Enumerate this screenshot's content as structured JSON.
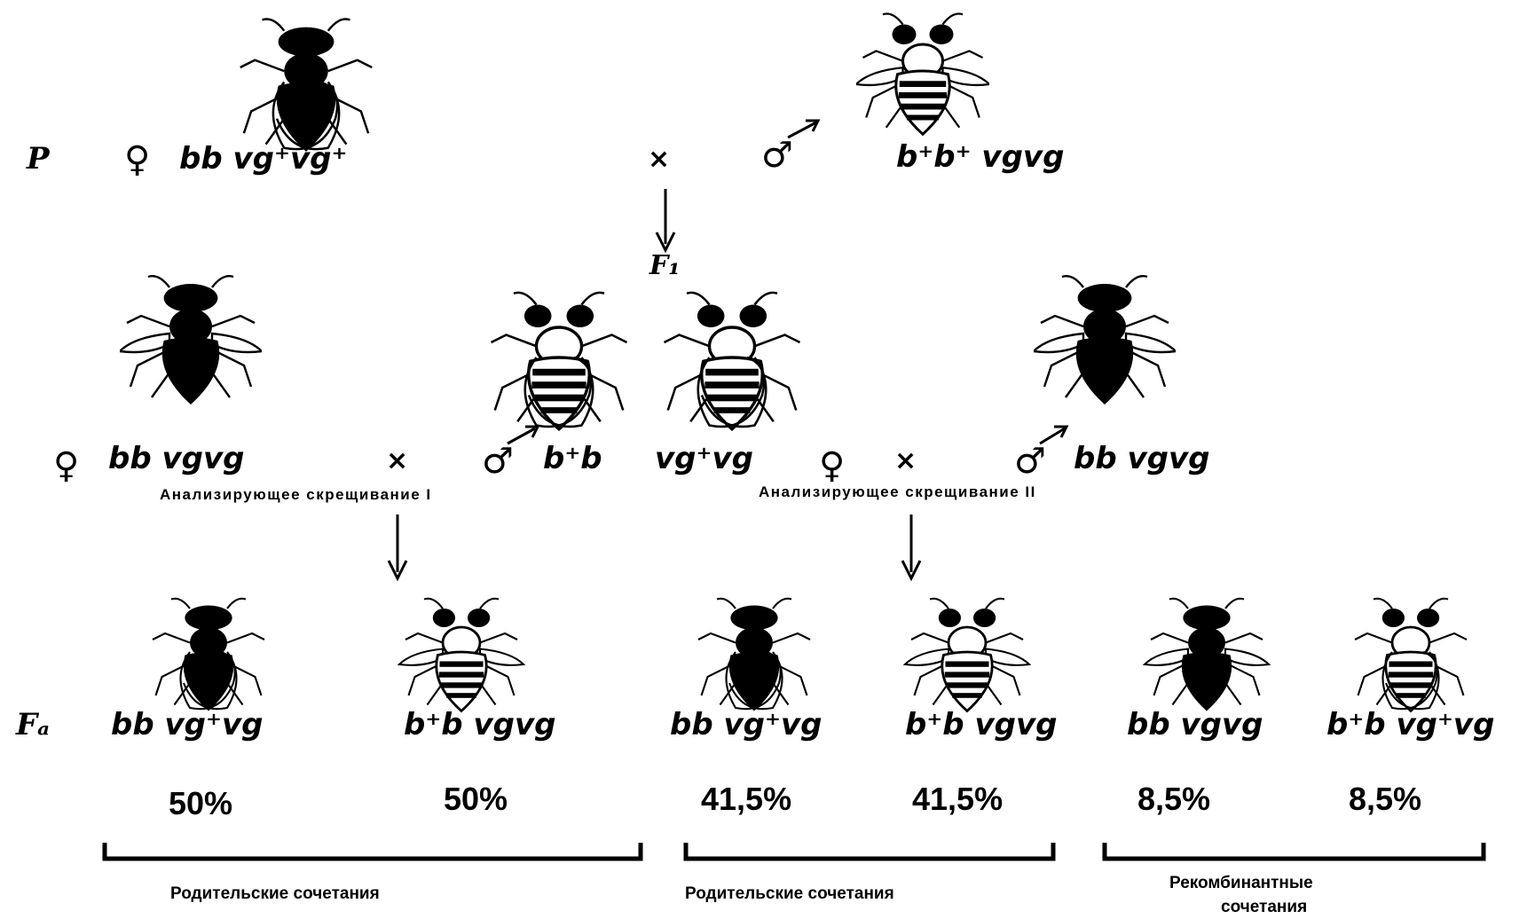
{
  "parents": {
    "label": "P",
    "female": {
      "symbol": "♀",
      "genotype": "bb vg⁺vg⁺"
    },
    "cross": "×",
    "male": {
      "symbol": "♂",
      "genotype": "b⁺b⁺ vgvg"
    }
  },
  "f1": {
    "label": "F₁"
  },
  "test_crosses": {
    "left_female": {
      "symbol": "♀",
      "genotype": "bb vgvg"
    },
    "left_cross": "×",
    "center_male": {
      "symbol": "♂",
      "genotype": "b⁺b"
    },
    "center_female": {
      "genotype": "vg⁺vg",
      "symbol": "♀"
    },
    "right_cross": "×",
    "right_male": {
      "symbol": "♂",
      "genotype": "bb vgvg"
    },
    "caption_1": "Анализирующее скрещивание I",
    "caption_2": "Анализирующее скрещивание II"
  },
  "fa": {
    "label": "Fₐ",
    "offspring": [
      {
        "genotype": "bb vg⁺vg",
        "percent": "50%"
      },
      {
        "genotype": "b⁺b vgvg",
        "percent": "50%"
      },
      {
        "genotype": "bb vg⁺vg",
        "percent": "41,5%"
      },
      {
        "genotype": "b⁺b vgvg",
        "percent": "41,5%"
      },
      {
        "genotype": "bb vgvg",
        "percent": "8,5%"
      },
      {
        "genotype": "b⁺b vg⁺vg",
        "percent": "8,5%"
      }
    ],
    "groups": [
      {
        "label": "Родительские сочетания"
      },
      {
        "label": "Родительские сочетания"
      },
      {
        "label_line1": "Рекомбинантные",
        "label_line2": "сочетания"
      }
    ]
  }
}
